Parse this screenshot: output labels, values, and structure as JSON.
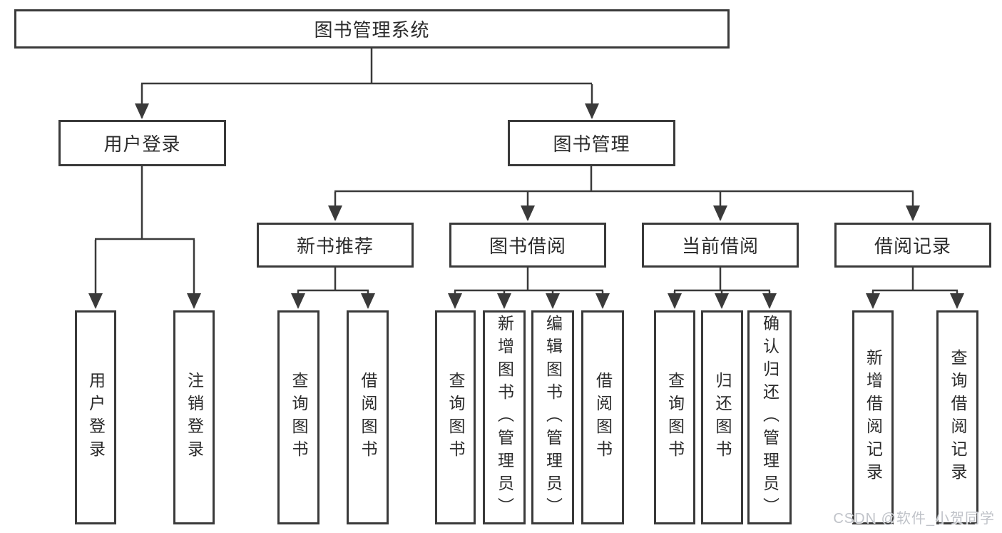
{
  "diagram": {
    "root": {
      "label": "图书管理系统"
    },
    "level2": [
      {
        "label": "用户登录"
      },
      {
        "label": "图书管理"
      }
    ],
    "level3": [
      {
        "label": "新书推荐"
      },
      {
        "label": "图书借阅"
      },
      {
        "label": "当前借阅"
      },
      {
        "label": "借阅记录"
      }
    ],
    "leaves": {
      "user_login": [
        "用户登录",
        "注销登录"
      ],
      "new_book": [
        "查询图书",
        "借阅图书"
      ],
      "book_borrow": [
        "查询图书",
        "新增图书（管理员）",
        "编辑图书（管理员）",
        "借阅图书"
      ],
      "current_borrow": [
        "查询图书",
        "归还图书",
        "确认归还（管理员）"
      ],
      "borrow_records": [
        "新增借阅记录",
        "查询借阅记录"
      ]
    },
    "watermark": "CSDN @软件_小贺同学",
    "colors": {
      "line": "#3a3a3a",
      "border": "#3a3a3a",
      "text": "#2b2b2b",
      "background": "#ffffff",
      "watermark": "#c0c3c9"
    }
  }
}
